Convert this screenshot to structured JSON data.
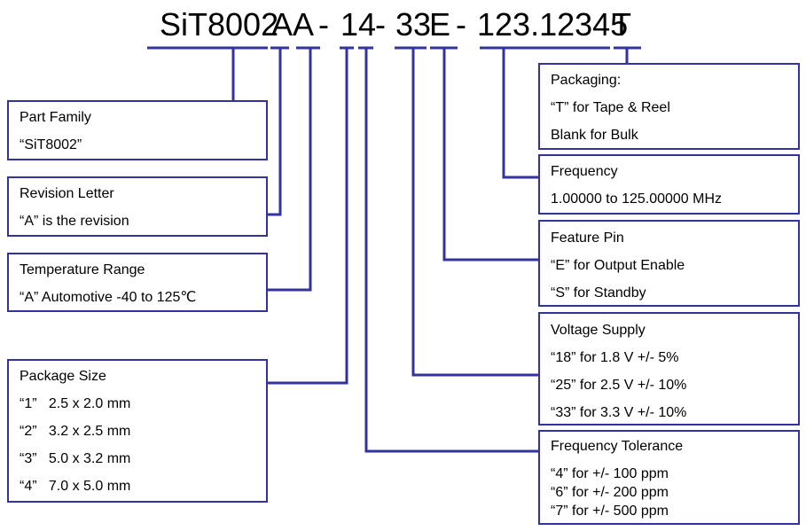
{
  "part_number": {
    "family": "SiT8002",
    "revision": "A",
    "temperature": "A",
    "sep1": "-",
    "package_size": "14",
    "sep2": "-",
    "voltage": "33",
    "feature_pin": "E",
    "sep3": "-",
    "frequency": "123.12345",
    "packaging": "T"
  },
  "boxes": {
    "part_family": {
      "title": "Part Family",
      "lines": [
        "“SiT8002”"
      ]
    },
    "revision_letter": {
      "title": "Revision Letter",
      "lines": [
        "“A” is the revision"
      ]
    },
    "temperature_range": {
      "title": "Temperature Range",
      "lines": [
        "“A” Automotive -40 to 125℃"
      ]
    },
    "package_size": {
      "title": "Package Size",
      "lines": [
        "“1”   2.5 x 2.0 mm",
        "“2”   3.2 x 2.5 mm",
        "“3”   5.0 x 3.2 mm",
        "“4”   7.0 x 5.0 mm"
      ]
    },
    "packaging": {
      "title": "Packaging:",
      "lines": [
        "“T” for Tape & Reel",
        "Blank for Bulk"
      ]
    },
    "frequency": {
      "title": "Frequency",
      "lines": [
        "1.00000 to 125.00000 MHz"
      ]
    },
    "feature_pin": {
      "title": "Feature Pin",
      "lines": [
        "“E” for Output Enable",
        "“S” for Standby"
      ]
    },
    "voltage_supply": {
      "title": "Voltage Supply",
      "lines": [
        "“18” for 1.8 V +/- 5%",
        "“25” for 2.5 V +/- 10%",
        "“33” for 3.3 V +/- 10%"
      ]
    },
    "frequency_tolerance": {
      "title": "Frequency Tolerance",
      "lines": [
        "“4” for +/- 100 ppm",
        "“6” for +/- 200 ppm",
        "“7” for +/- 500 ppm"
      ]
    }
  },
  "colors": {
    "line": "#3333a0",
    "text": "#000000"
  }
}
